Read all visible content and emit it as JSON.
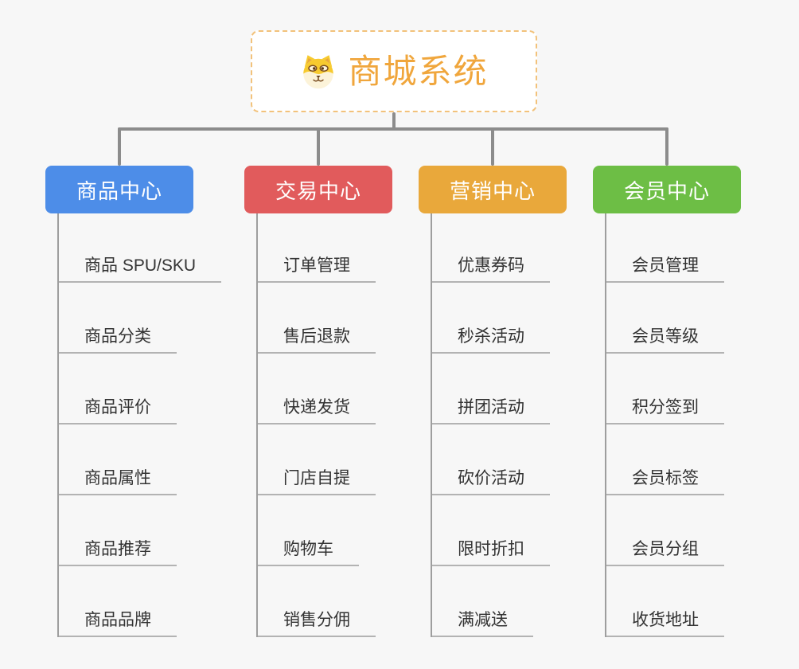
{
  "canvas": {
    "background": "#f7f7f7",
    "connector_color": "#8c8c8c"
  },
  "root": {
    "title": "商城系统",
    "icon": "dog-face-icon",
    "title_color": "#f0a63c",
    "border_color": "#f2c27b"
  },
  "branches": [
    {
      "id": "product-center",
      "label": "商品中心",
      "color": "#4d8de8",
      "children": [
        "商品 SPU/SKU",
        "商品分类",
        "商品评价",
        "商品属性",
        "商品推荐",
        "商品品牌"
      ]
    },
    {
      "id": "trade-center",
      "label": "交易中心",
      "color": "#e15b5c",
      "children": [
        "订单管理",
        "售后退款",
        "快递发货",
        "门店自提",
        "购物车",
        "销售分佣"
      ]
    },
    {
      "id": "marketing-center",
      "label": "营销中心",
      "color": "#e9a83b",
      "children": [
        "优惠券码",
        "秒杀活动",
        "拼团活动",
        "砍价活动",
        "限时折扣",
        "满减送"
      ]
    },
    {
      "id": "member-center",
      "label": "会员中心",
      "color": "#6dbe45",
      "children": [
        "会员管理",
        "会员等级",
        "积分签到",
        "会员标签",
        "会员分组",
        "收货地址"
      ]
    }
  ]
}
